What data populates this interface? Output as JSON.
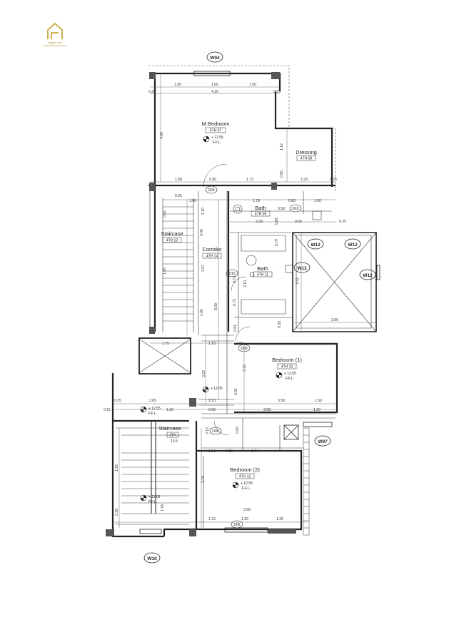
{
  "logo": {
    "name": "Capital Land",
    "tagline": "Real Estate Development",
    "color": "#c9a63a"
  },
  "rooms": [
    {
      "name": "M.Bedroom",
      "tag": "4TH 07",
      "level": "+ 12.55",
      "ffl": "F.F.L."
    },
    {
      "name": "Dressing",
      "tag": "4TH 08"
    },
    {
      "name": "Bath",
      "tag": "4TH 09"
    },
    {
      "name": "Staircase",
      "tag": "4TH 13"
    },
    {
      "name": "Corridor",
      "tag": "4TH 14"
    },
    {
      "name": "Bath",
      "tag": "4TH 11"
    },
    {
      "name": "Bedroom (1)",
      "tag": "4TH 10",
      "level": "+ 12.55",
      "ffl": "F.F.L."
    },
    {
      "name": "Staircase",
      "tag": "4TH",
      "tag2": "13.5"
    },
    {
      "name": "Bedroom (2)",
      "tag": "4TH 12",
      "level": "+ 12.55",
      "ffl": "F.F.L."
    }
  ],
  "levels": [
    {
      "value": "+ 12.55"
    },
    {
      "value": "+ 12.55",
      "ffl": "F.F.L."
    },
    {
      "value": "+ 11.00",
      "ffl": "F.F.L."
    }
  ],
  "markers": {
    "windows": [
      "W04",
      "W12",
      "W12",
      "W12",
      "W12",
      "W07",
      "W10"
    ],
    "doors": [
      "D09",
      "D10",
      "D10",
      "D09",
      "D09",
      "D06"
    ]
  },
  "dimensions": [
    "1.50",
    "1.00",
    "1.50",
    "4.20",
    "0.25",
    "0.25",
    "4.00",
    "1.12",
    "1.58",
    "0.90",
    "1.72",
    "0.90",
    "1.93",
    "0.25",
    "1.06",
    "1.78",
    "0.80",
    "1.00",
    "3.58",
    "1.20",
    "2.09",
    "0.65",
    "0.25",
    "0.40",
    "2.07",
    "8.09",
    "1.80",
    "1.75",
    "1.10",
    "2.09",
    "3.72",
    "3.22",
    "3.58",
    "2.01",
    "1.50",
    "2.65",
    "1.10",
    "0.90",
    "2.58",
    "1.00",
    "1.30",
    "0.15",
    "0.25",
    "1.10",
    "1.74",
    "0.12",
    "3.78",
    "3.58",
    "1.13",
    "1.20",
    "1.26",
    "3.42",
    "3.00",
    "0.85",
    "0.70",
    "0.60",
    "1.88",
    "1.98",
    "0.28",
    "0.12",
    "0.75",
    "0.79",
    "2.10",
    "0.81",
    "0.35",
    "0.25",
    "0.55",
    "1.95"
  ]
}
